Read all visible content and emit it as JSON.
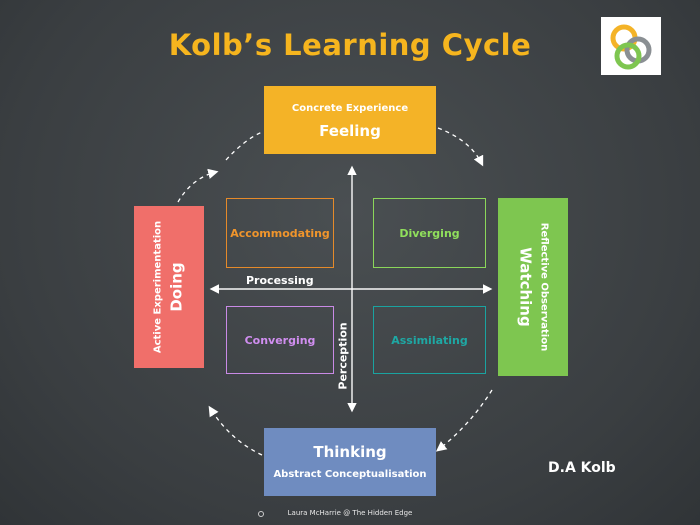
{
  "title": "Kolb’s Learning Cycle",
  "top": {
    "small": "Concrete Experience",
    "big": "Feeling"
  },
  "right": {
    "small": "Reflective Observation",
    "big": "Watching"
  },
  "bottom": {
    "big": "Thinking",
    "small": "Abstract Conceptualisation"
  },
  "left": {
    "small": "Active Experimentation",
    "big": "Doing"
  },
  "quadrants": {
    "accommodating": "Accommodating",
    "diverging": "Diverging",
    "converging": "Converging",
    "assimilating": "Assimilating"
  },
  "axes": {
    "processing": "Processing",
    "perception": "Perception"
  },
  "author": "D.A Kolb",
  "footer": "Laura McHarrie @ The Hidden Edge",
  "colors": {
    "title": "#f6b51e",
    "feeling": "#f4b327",
    "watching": "#7ec650",
    "thinking": "#6f8cc0",
    "doing": "#f06f6a"
  }
}
